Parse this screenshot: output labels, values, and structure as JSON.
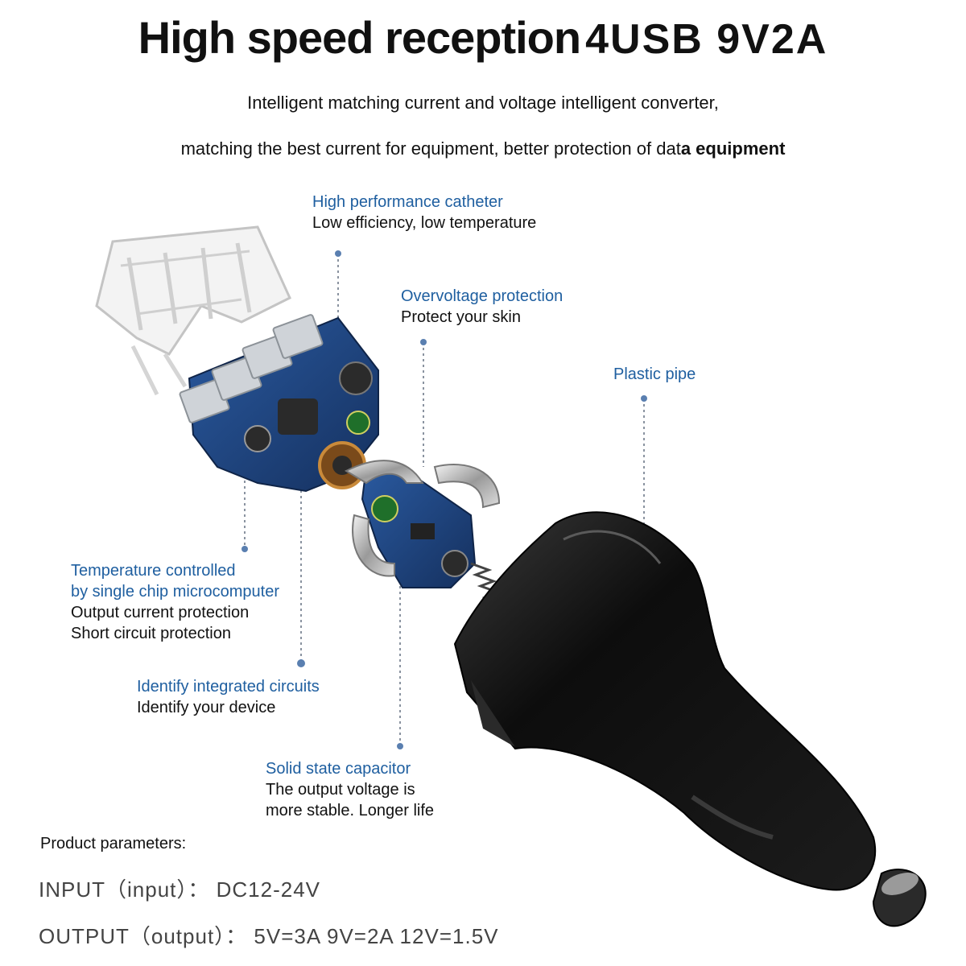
{
  "header": {
    "title_main": "High speed reception",
    "title_spec": "4USB  9V2A",
    "subtitle_line1": "Intelligent matching current and voltage intelligent converter,",
    "subtitle_line2_a": "matching the best current for equipment, better protection of dat",
    "subtitle_line2_b": "a equipment"
  },
  "callouts": [
    {
      "title": "High performance catheter",
      "lines": [
        "Low efficiency, low temperature"
      ]
    },
    {
      "title": "Overvoltage protection",
      "lines": [
        "Protect your skin"
      ]
    },
    {
      "title": "Plastic pipe",
      "lines": []
    },
    {
      "title": "Temperature controlled",
      "title2": "by single chip microcomputer",
      "lines": [
        "Output current protection",
        "Short circuit protection"
      ]
    },
    {
      "title": "Identify integrated circuits",
      "lines": [
        "Identify your device"
      ]
    },
    {
      "title": "Solid state capacitor",
      "lines": [
        "The output voltage is",
        "more stable. Longer life"
      ]
    }
  ],
  "params": {
    "heading": "Product parameters:",
    "input_label": "INPUT（input）：",
    "input_value": "DC12-24V",
    "output_label": "OUTPUT（output）：",
    "output_value": "5V=3A  9V=2A  12V=1.5V"
  },
  "colors": {
    "accent_blue": "#1f5fa0",
    "pcb_blue": "#1d3f7a",
    "shell_black": "#111111"
  }
}
